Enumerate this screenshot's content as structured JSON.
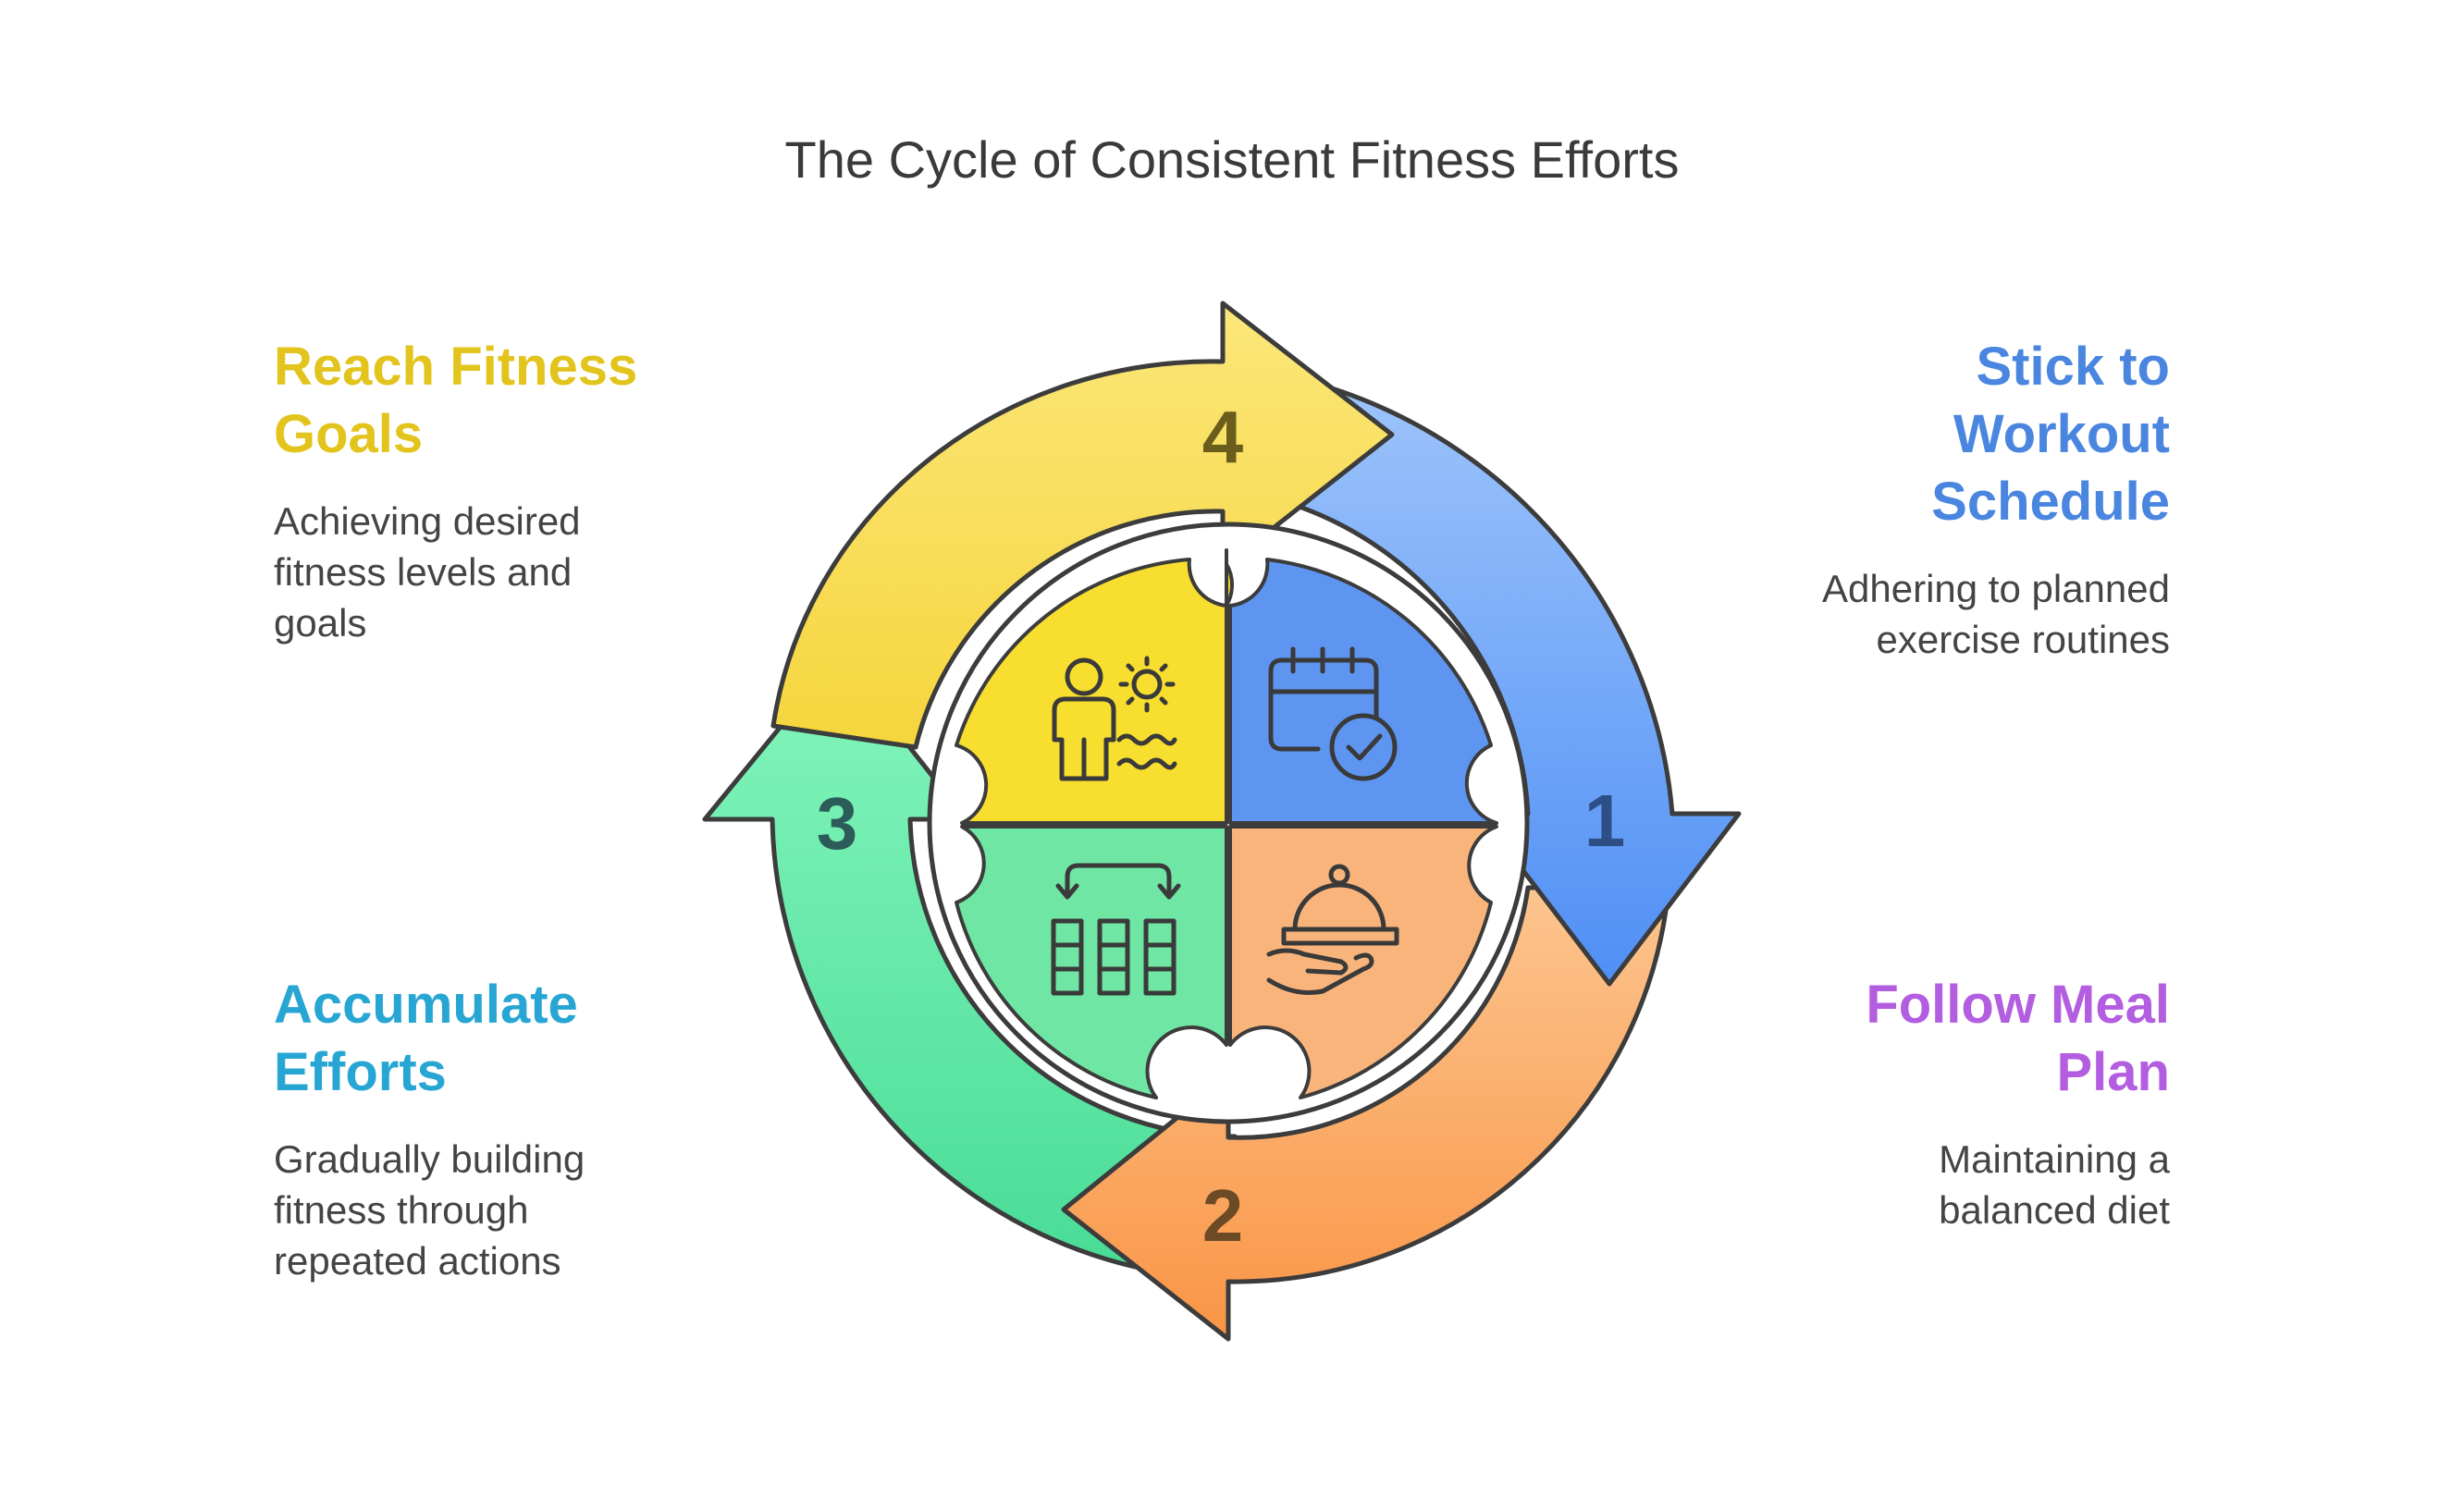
{
  "title": "The Cycle of Consistent Fitness Efforts",
  "colors": {
    "yellow": "#f7e04a",
    "blue": "#6aa6f7",
    "orange": "#f9a862",
    "green": "#66e0a0",
    "outline": "#3c3c3c",
    "goal_heading": "#e2c41d",
    "schedule_heading": "#4a86e0",
    "meal_heading": "#b35de0",
    "efforts_heading": "#27a6d4"
  },
  "steps": [
    {
      "number": "1",
      "heading": "Stick to Workout Schedule",
      "heading_lines": [
        "Stick to",
        "Workout",
        "Schedule"
      ],
      "description_lines": [
        "Adhering to planned",
        "exercise routines"
      ],
      "icon": "calendar-check-icon"
    },
    {
      "number": "2",
      "heading": "Follow Meal Plan",
      "heading_lines": [
        "Follow Meal",
        "Plan"
      ],
      "description_lines": [
        "Maintaining a",
        "balanced diet"
      ],
      "icon": "serving-cloche-icon"
    },
    {
      "number": "3",
      "heading": "Accumulate Efforts",
      "heading_lines": [
        "Accumulate",
        "Efforts"
      ],
      "description_lines": [
        "Gradually building",
        "fitness through",
        "repeated actions"
      ],
      "icon": "stacked-grid-icon"
    },
    {
      "number": "4",
      "heading": "Reach Fitness Goals",
      "heading_lines": [
        "Reach Fitness",
        "Goals"
      ],
      "description_lines": [
        "Achieving desired",
        "fitness levels and",
        "goals"
      ],
      "icon": "person-beach-icon"
    }
  ]
}
